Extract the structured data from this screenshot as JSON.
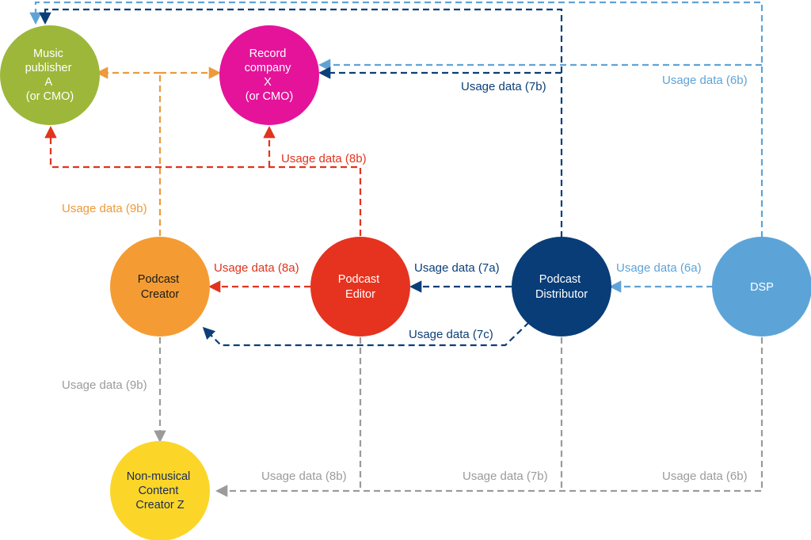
{
  "colors": {
    "music_publisher": "#9db73a",
    "record_company": "#e4139a",
    "podcast_creator": "#f49c33",
    "podcast_editor": "#e6331f",
    "podcast_distributor": "#083d78",
    "dsp": "#5ca4d8",
    "content_creator": "#fbd629",
    "usage_9b_orange": "#ec9a3b",
    "usage_8_red": "#e0341e",
    "usage_7_navy": "#0b3f78",
    "usage_6_blue": "#5fa3d6",
    "usage_grey": "#9b9b9b"
  },
  "nodes": {
    "music_publisher": [
      "Music",
      "publisher",
      "A",
      "(or CMO)"
    ],
    "record_company": [
      "Record",
      "company",
      "X",
      "(or CMO)"
    ],
    "podcast_creator": [
      "Podcast",
      "Creator"
    ],
    "podcast_editor": [
      "Podcast",
      "Editor"
    ],
    "podcast_distributor": [
      "Podcast",
      "Distributor"
    ],
    "dsp": [
      "DSP"
    ],
    "content_creator": [
      "Non-musical",
      "Content",
      "Creator Z"
    ]
  },
  "labels": {
    "l7b_top": "Usage data (7b)",
    "l6b_top": "Usage data (6b)",
    "l8b_top": "Usage data (8b)",
    "l9b_top": "Usage data (9b)",
    "l8a": "Usage data (8a)",
    "l7a": "Usage data (7a)",
    "l6a": "Usage data (6a)",
    "l7c": "Usage data (7c)",
    "l9b_bottom": "Usage data (9b)",
    "l8b_bottom": "Usage data (8b)",
    "l7b_bottom": "Usage data (7b)",
    "l6b_bottom": "Usage data (6b)"
  }
}
